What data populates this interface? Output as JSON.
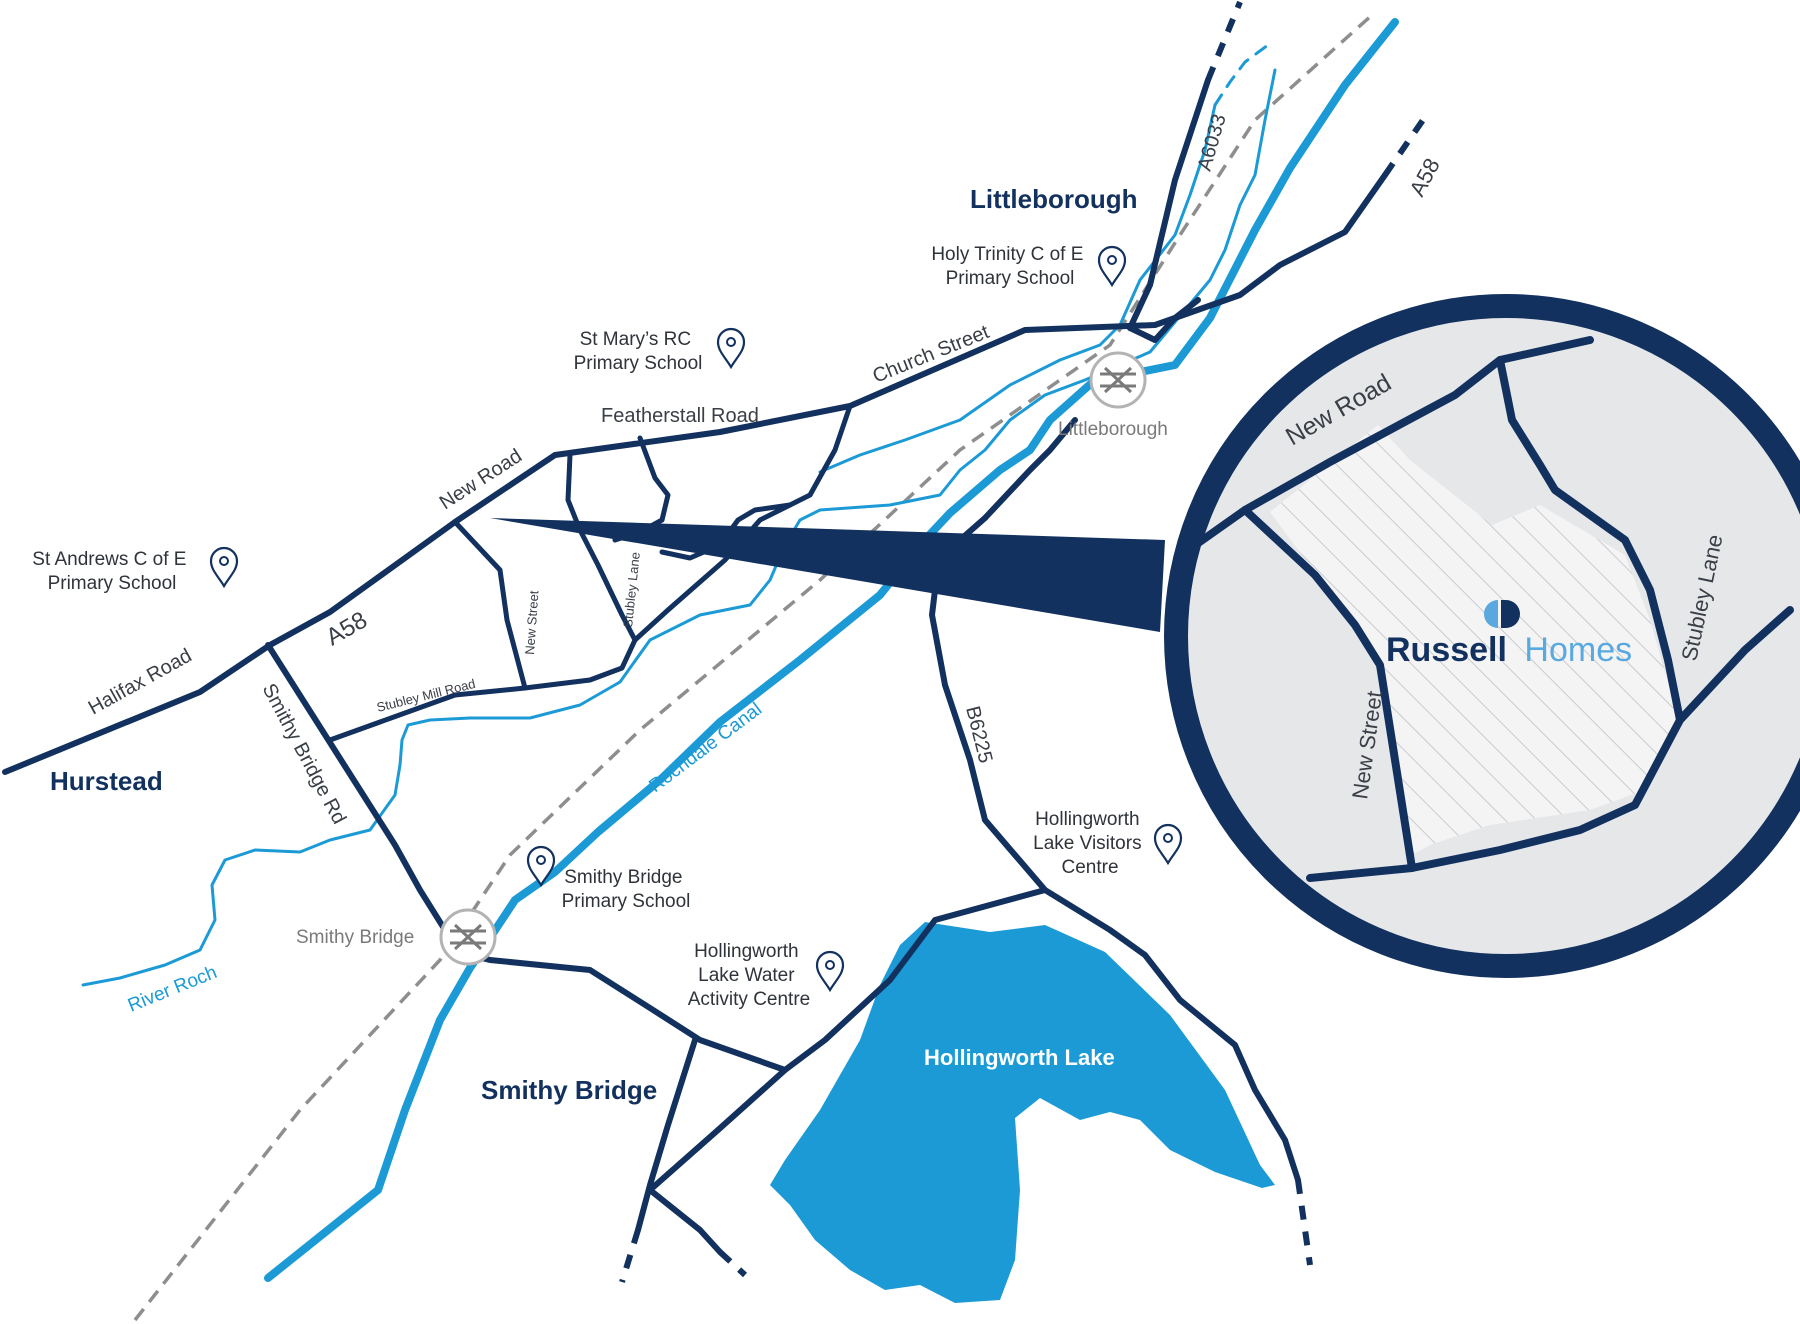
{
  "places": {
    "littleborough": "Littleborough",
    "hurstead": "Hurstead",
    "smithy_bridge": "Smithy Bridge"
  },
  "roads": {
    "new_road": "New Road",
    "church_street": "Church Street",
    "featherstall_road": "Featherstall Road",
    "halifax_road": "Halifax Road",
    "a58_west": "A58",
    "a58_east": "A58",
    "a6033": "A6033",
    "b6225": "B6225",
    "smithy_bridge_rd": "Smithy Bridge Rd",
    "stubley_mill_road": "Stubley Mill Road",
    "new_street": "New Street",
    "stubley_lane": "Stubley Lane"
  },
  "water": {
    "rochdale_canal": "Rochdale Canal",
    "river_roch": "River Roch",
    "hollingworth_lake": "Hollingworth Lake"
  },
  "stations": {
    "littleborough": "Littleborough",
    "smithy_bridge": "Smithy Bridge"
  },
  "pois": {
    "holy_trinity": [
      "Holy Trinity C of E",
      "Primary School"
    ],
    "st_marys": [
      "St Mary’s RC",
      "Primary School"
    ],
    "st_andrews": [
      "St Andrews C of E",
      "Primary School"
    ],
    "smithy_bridge_school": [
      "Smithy Bridge",
      "Primary School"
    ],
    "hollingworth_visitors": [
      "Hollingworth",
      "Lake Visitors",
      "Centre"
    ],
    "hollingworth_activity": [
      "Hollingworth",
      "Lake Water",
      "Activity Centre"
    ]
  },
  "inset": {
    "new_road": "New Road",
    "new_street": "New Street",
    "stubley_lane": "Stubley Lane",
    "brand_part1": "Russell",
    "brand_part2": "Homes"
  },
  "colors": {
    "road": "#12315f",
    "water": "#1b9ad6",
    "rail": "#8e8e8e",
    "inset_fill": "#e6e7e9",
    "brand_light": "#5aa8e0"
  }
}
